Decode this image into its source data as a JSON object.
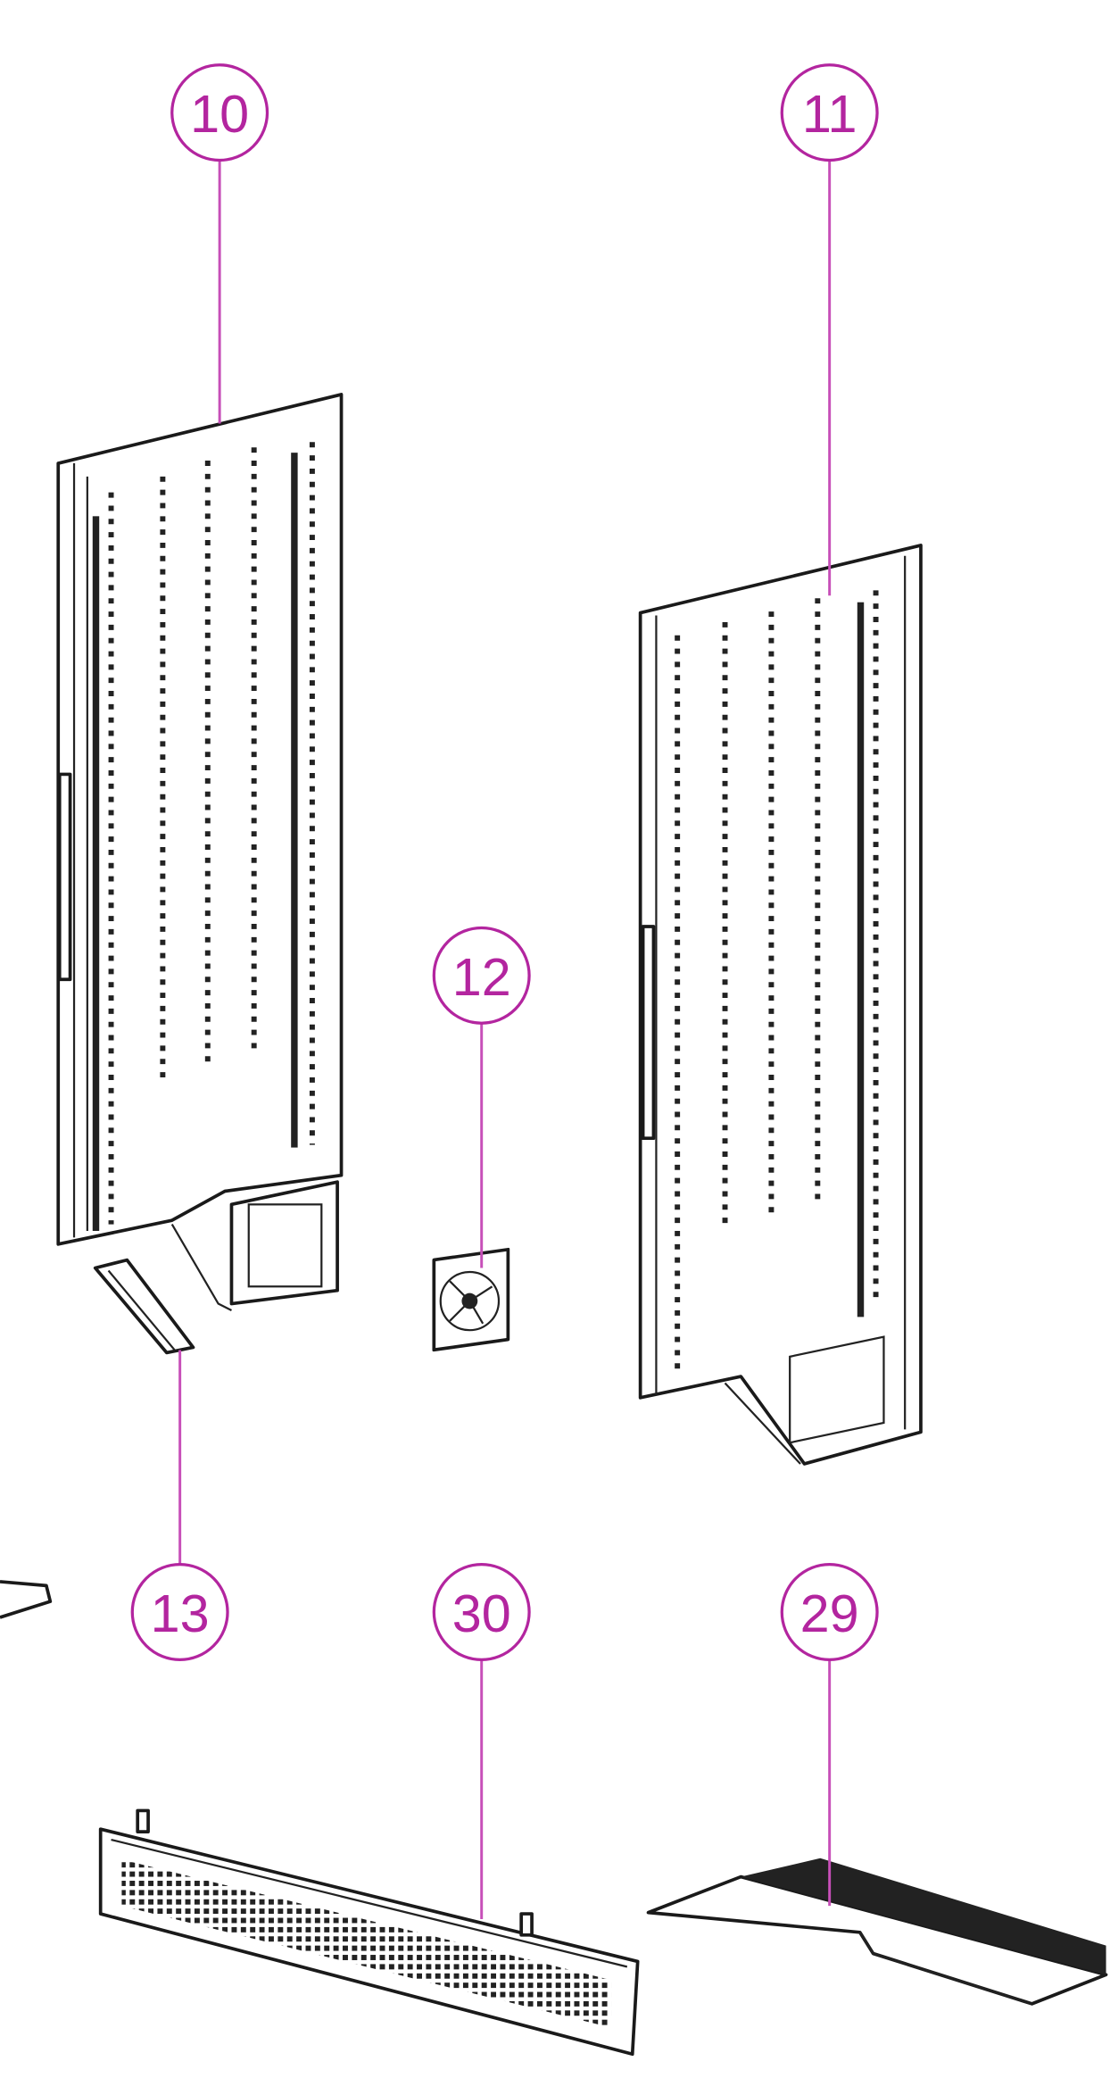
{
  "diagram": {
    "type": "exploded parts view",
    "accent_color": "#b3259f",
    "callouts": [
      {
        "id": "callout-10",
        "label": "10"
      },
      {
        "id": "callout-11",
        "label": "11"
      },
      {
        "id": "callout-12",
        "label": "12"
      },
      {
        "id": "callout-13",
        "label": "13"
      },
      {
        "id": "callout-30",
        "label": "30"
      },
      {
        "id": "callout-29",
        "label": "29"
      }
    ]
  }
}
